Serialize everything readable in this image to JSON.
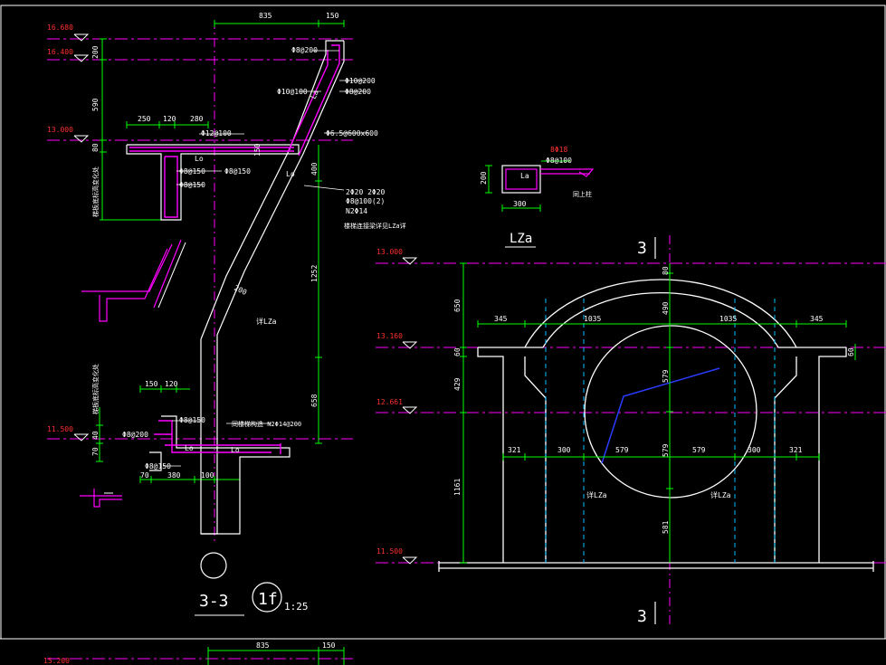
{
  "levels": {
    "l16680": "16.680",
    "l16400": "16.400",
    "l13000": "13.000",
    "l11500": "11.500",
    "l15200": "15.200",
    "r13000": "13.000",
    "r13160": "13.160",
    "r12661": "12.661",
    "r11500": "11.500"
  },
  "left_dims": {
    "d835": "835",
    "d150": "150",
    "d200": "200",
    "d590": "590",
    "d80": "80",
    "d250": "250",
    "d120": "120",
    "d280": "280",
    "d150b": "150",
    "d400": "400",
    "d1252": "1252",
    "d658": "658",
    "d200s": "200",
    "d150c": "150",
    "d120c": "120",
    "d70": "70",
    "d380": "380",
    "d100": "100",
    "d70b": "70",
    "d40": "40",
    "bot835": "835",
    "bot150": "150"
  },
  "left_notes": {
    "r1": "Φ8@200",
    "r2": "Φ10@100",
    "r3": "Φ10@200",
    "r4": "Φ8@200",
    "r5": "Φ6.5@600x600",
    "r6": "Φ12@100",
    "r7": "Φ8@150",
    "r8": "Φ8@150",
    "r9": "Φ8@150",
    "lo1": "Lo",
    "lo2": "Lo",
    "lo3": "La",
    "lo4": "Lo",
    "lo5": "Lo",
    "bar1": "2Φ20 2Φ20",
    "bar2": "Φ8@100(2)",
    "bar3": "N2Φ14",
    "bar4": "楼梯连接梁详见LZa详",
    "lza_note": "详LZa",
    "side1": "梯板底标高变化处",
    "side2": "梯板底标高变化处",
    "s1": "Φ8@200",
    "s2": "Φ8@150",
    "s3": "Φ8@150",
    "s4": "同楼梯构造 N2Φ14@200",
    "section": "3-3",
    "circle": "1f",
    "scale": "1:25"
  },
  "lza": {
    "title": "LZa",
    "w": "300",
    "h": "200",
    "n1": "8Φ18",
    "n2": "Φ8@100",
    "n3": "同上柱",
    "lo": "La"
  },
  "right_dims": {
    "d345a": "345",
    "d1035a": "1035",
    "d1035b": "1035",
    "d345b": "345",
    "d650": "650",
    "d80": "80",
    "d490": "490",
    "d60": "60",
    "d60b": "60",
    "d429": "429",
    "d579v": "579",
    "d321a": "321",
    "d300a": "300",
    "d579a": "579",
    "d579b": "579",
    "d579c": "579",
    "d300b": "300",
    "d321b": "321",
    "d1161": "1161",
    "d581": "581",
    "lza1": "详LZa",
    "lza2": "详LZa",
    "sec_top": "3",
    "sec_bot": "3"
  },
  "colors": {
    "magenta": "#ff00ff",
    "green": "#00ff00",
    "white": "#ffffff",
    "red": "#ff3030",
    "cyan": "#00bfff",
    "blue": "#2a3cff"
  }
}
